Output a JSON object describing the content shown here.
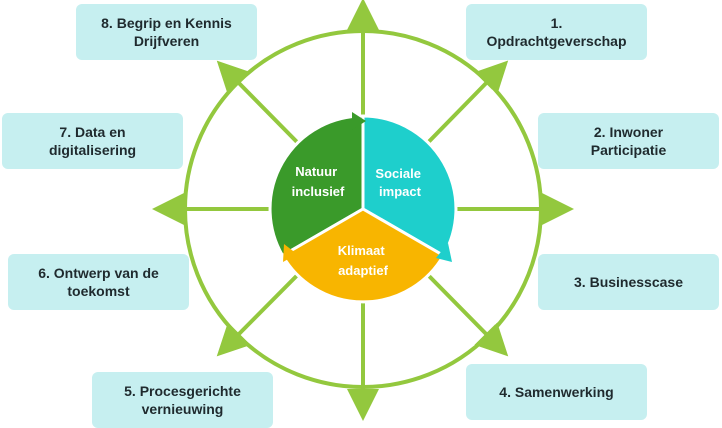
{
  "colors": {
    "ring": "#93c83e",
    "box_fill": "#c6eff0",
    "natuur": "#3a9a2a",
    "sociale": "#1ecfcc",
    "klimaat": "#f8b500"
  },
  "center": {
    "natuur": [
      "Natuur",
      "inclusief"
    ],
    "sociale": [
      "Sociale",
      "impact"
    ],
    "klimaat": [
      "Klimaat",
      "adaptief"
    ]
  },
  "boxes": {
    "b1": "1.\nOpdrachtgeverschap",
    "b2": "2. Inwoner\nParticipatie",
    "b3": "3. Businesscase",
    "b4": "4. Samenwerking",
    "b5": "5. Procesgerichte\nvernieuwing",
    "b6": "6. Ontwerp van de\ntoekomst",
    "b7": "7. Data en\ndigitalisering",
    "b8": "8. Begrip en Kennis\nDrijfveren"
  }
}
